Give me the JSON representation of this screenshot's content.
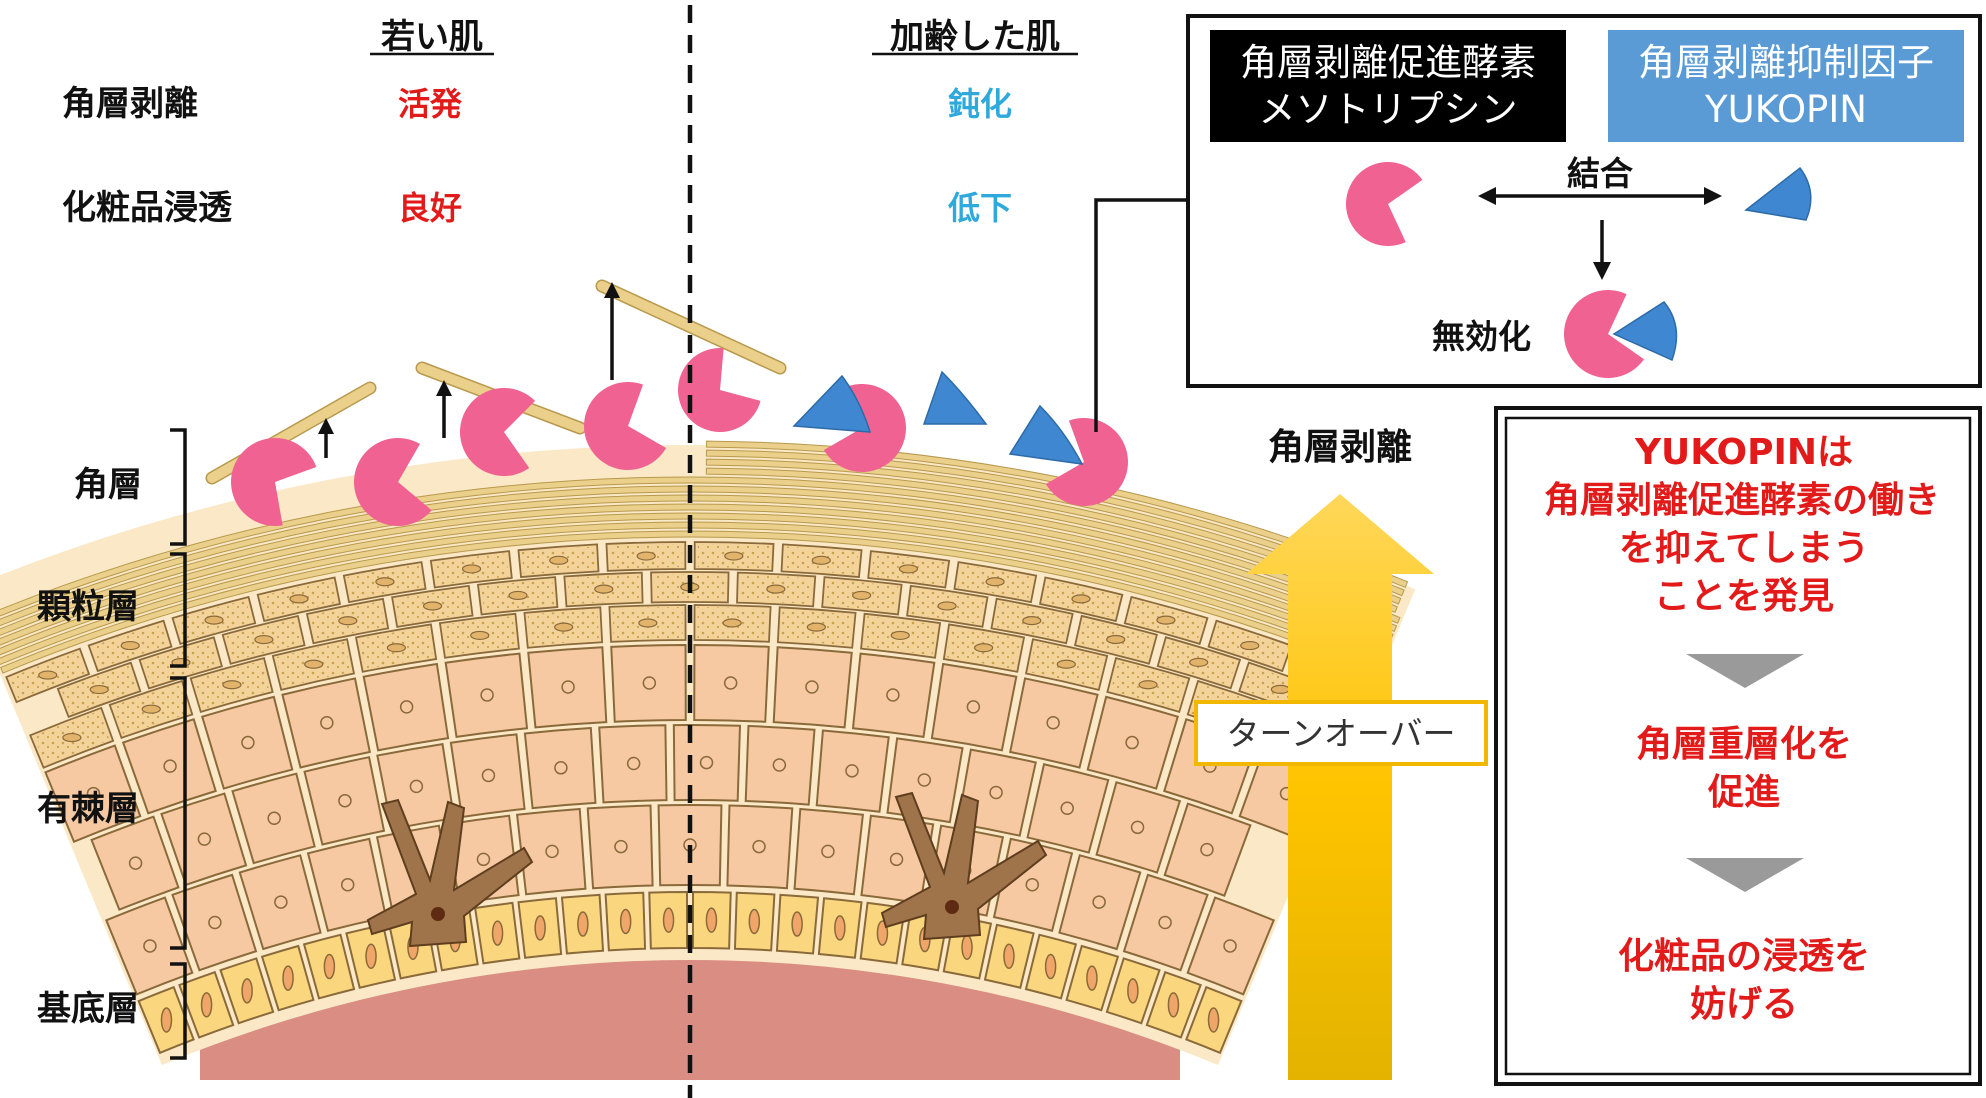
{
  "columns": {
    "young": "若い肌",
    "aged": "加齢した肌"
  },
  "rows": [
    {
      "name": "角層剥離",
      "young": "活発",
      "aged": "鈍化"
    },
    {
      "name": "化粧品浸透",
      "young": "良好",
      "aged": "低下"
    }
  ],
  "layers": [
    "角層",
    "顆粒層",
    "有棘層",
    "基底層"
  ],
  "legend": {
    "enzyme_line1": "角層剥離促進酵素",
    "enzyme_line2": "メソトリプシン",
    "inhibitor_line1": "角層剥離抑制因子",
    "inhibitor_line2": "YUKOPIN",
    "bind": "結合",
    "inactivate": "無効化"
  },
  "arrow": {
    "top_label": "角層剥離",
    "mid_label": "ターンオーバー"
  },
  "finding": {
    "lines": [
      "YUKOPINは",
      "角層剥離促進酵素の働き",
      "を抑えてしまう",
      "ことを発見"
    ],
    "step2": [
      "角層重層化を",
      "促進"
    ],
    "step3": [
      "化粧品の浸透を",
      "妨げる"
    ]
  },
  "colors": {
    "pink": "#f06292",
    "blue": "#3f88d1",
    "red": "#e21a1a",
    "cyan": "#2fa8dc",
    "gold": "#f9b900",
    "tan": "#ead08a",
    "skin": "#f7c9a3",
    "basal": "#fad77f",
    "melano": "#a0744a"
  }
}
